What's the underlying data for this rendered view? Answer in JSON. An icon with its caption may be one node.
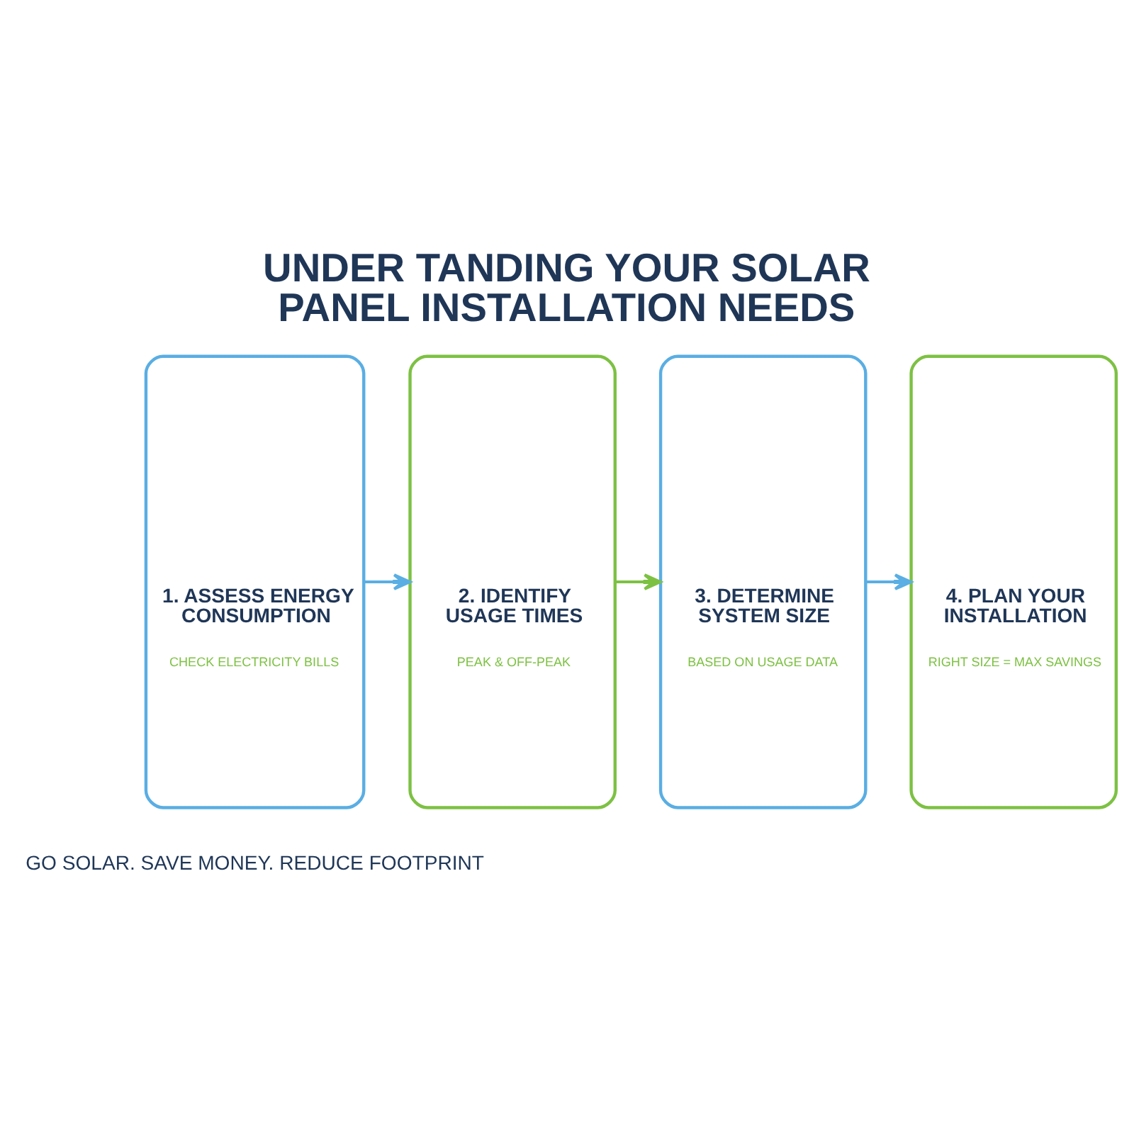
{
  "diagram": {
    "title": "UNDER TANDING YOUR SOLAR PANEL INSTALLATION NEEDS",
    "nodes": [
      {
        "text": [
          "1. ASSESS ENERGY CONSUMPTION",
          "CHECK ELECTRICITY BILLS"
        ]
      },
      {
        "text": [
          "2. IDENTIFY USAGE TIMES",
          "PEAK & OFF-PEAK"
        ]
      },
      {
        "text": [
          "3. DETERMINE SYSTEM SIZE",
          "BASED ON USAGE DATA"
        ]
      },
      {
        "text": [
          "4. PLAN YOUR INSTALLATION",
          "RIGHT SIZE = MAX SAVINGS"
        ]
      }
    ],
    "edges": [
      {
        "from": 0,
        "to": 1,
        "arrow": "to"
      },
      {
        "from": 1,
        "to": 2,
        "arrow": "to",
        "color": "#7dc143"
      },
      {
        "from": 2,
        "to": 3,
        "arrow": "to"
      }
    ],
    "labels": [
      "GO SOLAR. SAVE MONEY. REDUCE FOOTPRINT"
    ]
  }
}
